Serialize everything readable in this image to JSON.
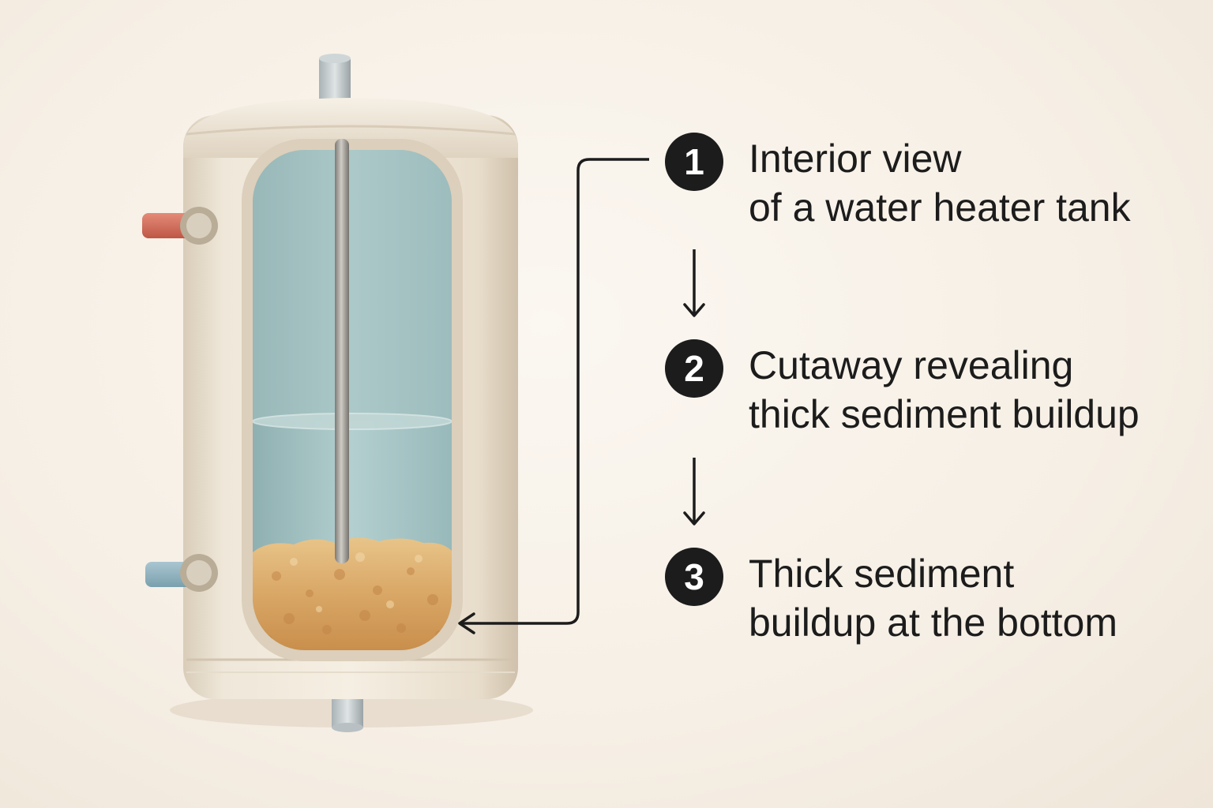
{
  "steps": [
    {
      "number": "1",
      "lines": [
        "Interior view",
        "of a water heater tank"
      ]
    },
    {
      "number": "2",
      "lines": [
        "Cutaway revealing",
        "thick sediment buildup"
      ]
    },
    {
      "number": "3",
      "lines": [
        "Thick sediment",
        "buildup at the bottom"
      ]
    }
  ],
  "colors": {
    "tank_body": "#ece3d3",
    "water": "#a7c6c6",
    "sediment": "#d9a766",
    "hot_pipe": "#d66d5a",
    "cold_pipe": "#8fb3c0",
    "badge": "#1c1c1c"
  }
}
